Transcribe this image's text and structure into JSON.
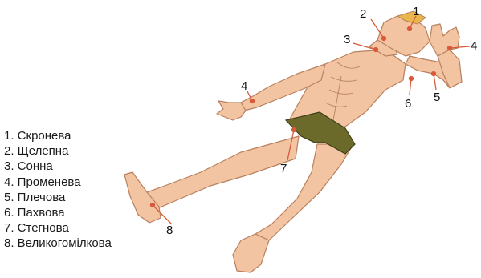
{
  "legend": [
    "1. Скронева",
    "2. Щелепна",
    "3. Сонна",
    "4. Променева",
    "5. Плечова",
    "6. Пахвова",
    "7. Стегнова",
    "8. Великогомілкова"
  ],
  "callouts": {
    "n1": "1",
    "n2": "2",
    "n3": "3",
    "n4_right": "4",
    "n4_left": "4",
    "n5": "5",
    "n6": "6",
    "n7": "7",
    "n8": "8"
  },
  "colors": {
    "skin": "#f2c4a2",
    "skin_outline": "#b9805e",
    "hair": "#e8b64a",
    "shorts": "#6b6a2a",
    "pulse_point": "#d85a3a"
  }
}
